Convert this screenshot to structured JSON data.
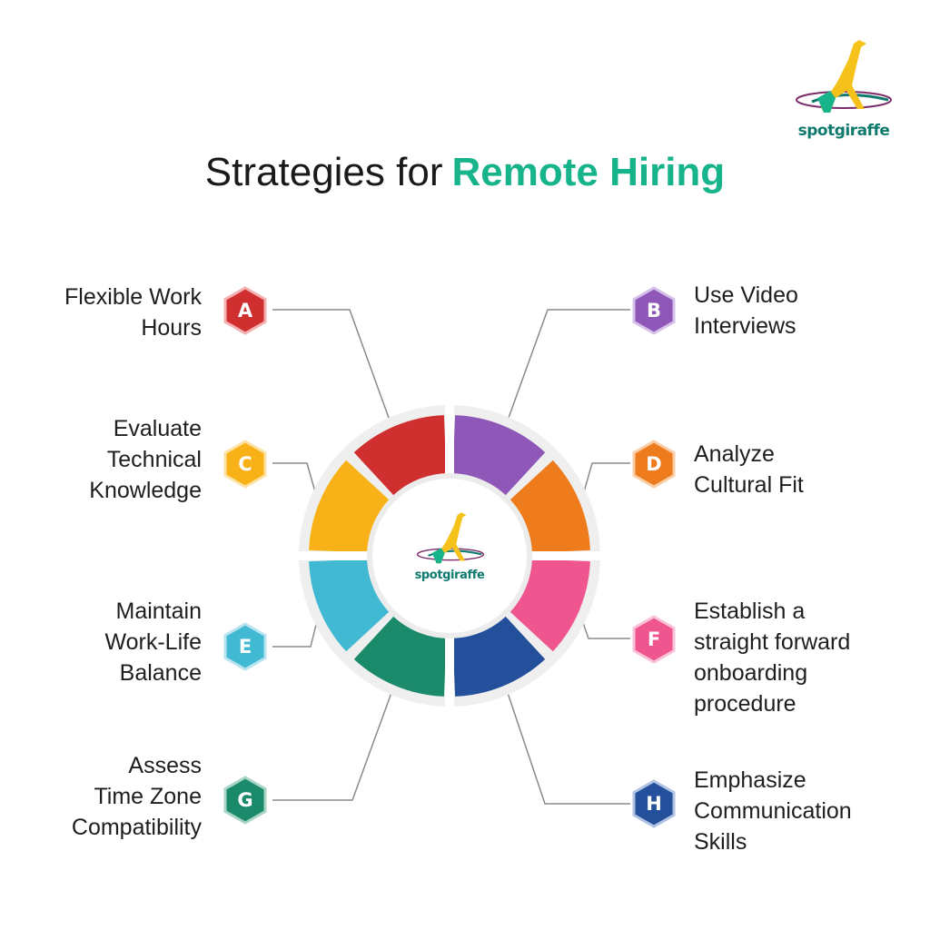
{
  "brand": {
    "name": "spotgiraffe"
  },
  "title": {
    "prefix": "Strategies for",
    "accent": "Remote Hiring"
  },
  "colors": {
    "accent": "#17b38a",
    "A": "#cf2f2f",
    "B": "#8e57b8",
    "C": "#f8b116",
    "D": "#ee7c1d",
    "E": "#41b9d2",
    "F": "#ef5690",
    "G": "#1a8a6b",
    "H": "#24509b"
  },
  "strategies": [
    {
      "letter": "A",
      "lines": [
        "Flexible Work",
        "Hours"
      ]
    },
    {
      "letter": "B",
      "lines": [
        "Use Video",
        "Interviews"
      ]
    },
    {
      "letter": "C",
      "lines": [
        "Evaluate",
        "Technical",
        "Knowledge"
      ]
    },
    {
      "letter": "D",
      "lines": [
        "Analyze",
        "Cultural Fit"
      ]
    },
    {
      "letter": "E",
      "lines": [
        "Maintain",
        "Work-Life",
        "Balance"
      ]
    },
    {
      "letter": "F",
      "lines": [
        "Establish a",
        "straight forward",
        "onboarding",
        "procedure"
      ]
    },
    {
      "letter": "G",
      "lines": [
        "Assess",
        "Time Zone",
        "Compatibility"
      ]
    },
    {
      "letter": "H",
      "lines": [
        "Emphasize",
        "Communication",
        "Skills"
      ]
    }
  ]
}
